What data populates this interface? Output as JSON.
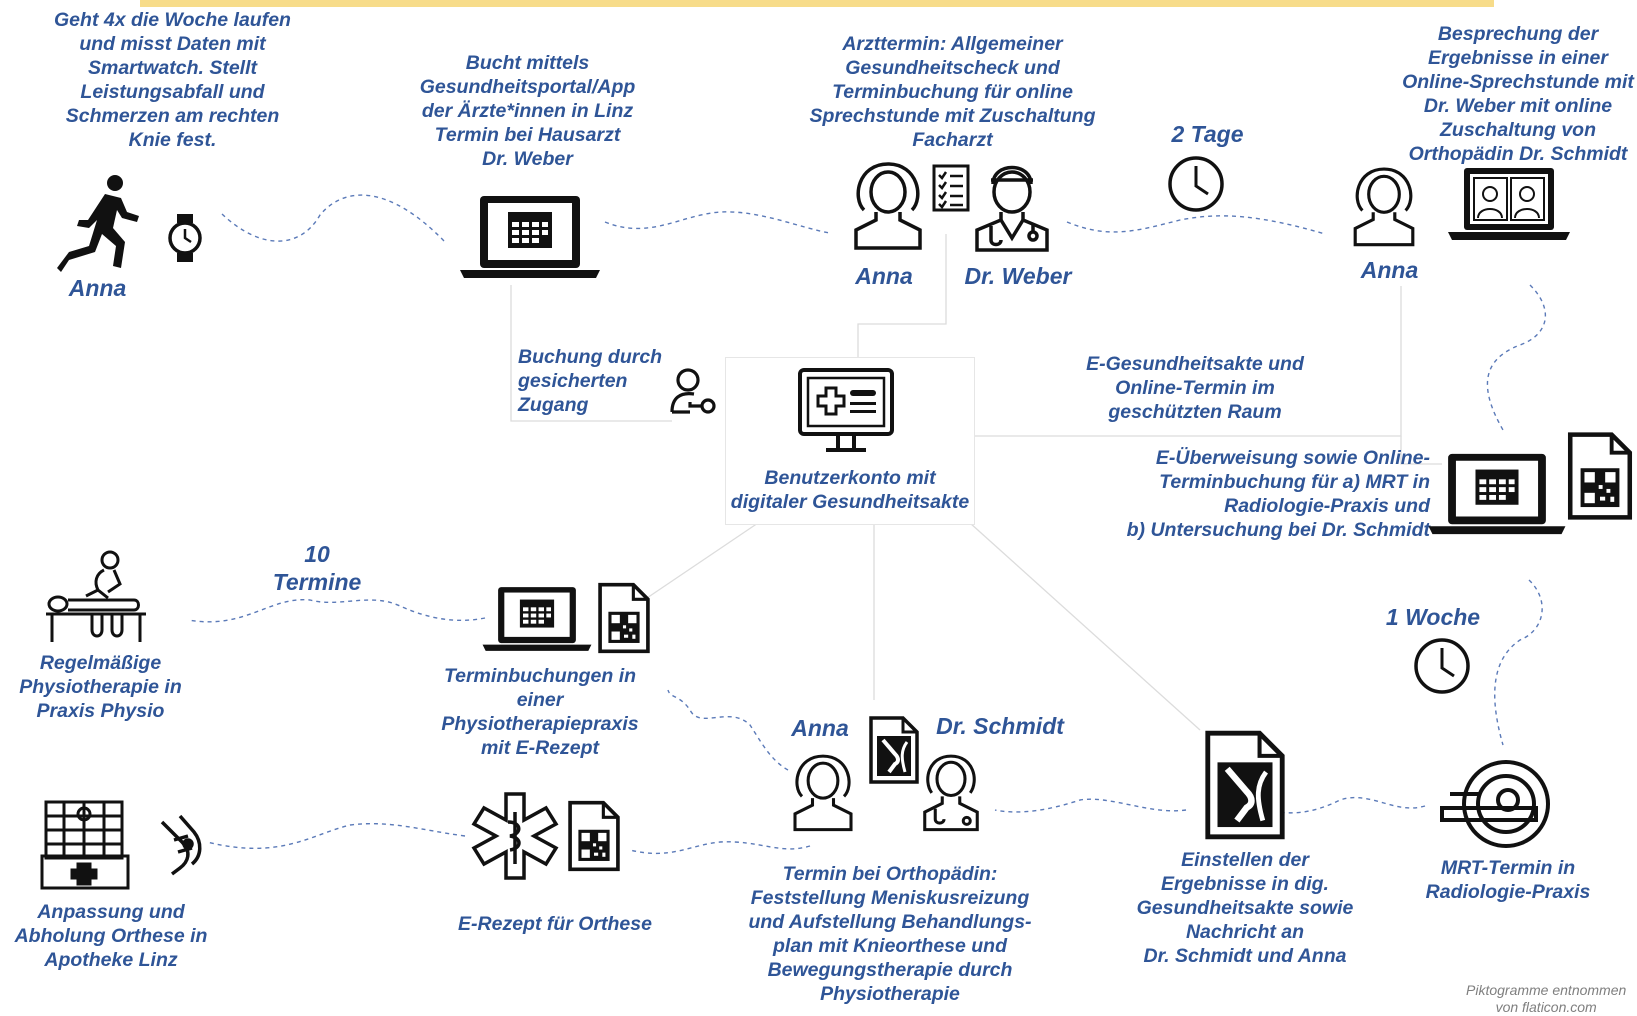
{
  "steps": {
    "runner_text": [
      "Geht 4x die Woche laufen",
      "und misst Daten mit",
      "Smartwatch. Stellt",
      "Leistungsabfall und",
      "Schmerzen am rechten",
      "Knie fest."
    ],
    "runner_name": "Anna",
    "booking_text": [
      "Bucht mittels",
      "Gesundheitsportal/App",
      "der Ärzte*innen in Linz",
      "Termin bei Hausarzt",
      "Dr. Weber"
    ],
    "doctor_text": [
      "Arzttermin: Allgemeiner",
      "Gesundheitscheck und",
      "Terminbuchung für online",
      "Sprechstunde mit Zuschaltung",
      "Facharzt"
    ],
    "doctor_patient_name": "Anna",
    "doctor_name": "Dr. Weber",
    "wait_1": "2 Tage",
    "online_text": [
      "Besprechung der",
      "Ergebnisse in einer",
      "Online-Sprechstunde mit",
      "Dr. Weber mit online",
      "Zuschaltung von",
      "Orthopädin Dr. Schmidt"
    ],
    "online_name": "Anna",
    "secure_text": [
      "Buchung durch",
      "gesicherten",
      "Zugang"
    ],
    "hub_text": [
      "Benutzerkonto mit",
      "digitaler Gesundheitsakte"
    ],
    "ehealth_text": [
      "E-Gesundheitsakte und",
      "Online-Termin im",
      "geschützten Raum"
    ],
    "referral_text": [
      "E-Überweisung sowie Online-",
      "Terminbuchung für a) MRT in",
      "Radiologie-Praxis und",
      "b) Untersuchung bei Dr. Schmidt"
    ],
    "wait_2": "1 Woche",
    "physio_count": [
      "10",
      "Termine"
    ],
    "physio_text": [
      "Regelmäßige",
      "Physiotherapie in",
      "Praxis Physio"
    ],
    "physio_booking_text": [
      "Terminbuchungen in",
      "einer",
      "Physiotherapiepraxis",
      "mit E-Rezept"
    ],
    "ortho_patient_name": "Anna",
    "ortho_name": "Dr. Schmidt",
    "ortho_text": [
      "Termin bei Orthopädin:",
      "Feststellung Meniskusreizung",
      "und Aufstellung Behandlungs-",
      "plan mit Knieorthese und",
      "Bewegungstherapie durch",
      "Physiotherapie"
    ],
    "results_text": [
      "Einstellen der",
      "Ergebnisse in dig.",
      "Gesundheitsakte sowie",
      "Nachricht an",
      "Dr. Schmidt und Anna"
    ],
    "mri_text": [
      "MRT-Termin in",
      "Radiologie-Praxis"
    ],
    "pharmacy_text": [
      "Anpassung und",
      "Abholung Orthese in",
      "Apotheke Linz"
    ],
    "prescription_text": "E-Rezept für Orthese",
    "credit": [
      "Piktogramme entnommen",
      "von flaticon.com"
    ]
  },
  "colors": {
    "text": "#2f5597",
    "accent_bar": "#f7dc8a",
    "line": "#d9d9d9",
    "dashed": "#5b7ab8"
  },
  "icons": [
    "runner-icon",
    "smartwatch-icon",
    "laptop-calendar-icon",
    "woman-avatar-icon",
    "checklist-icon",
    "doctor-icon",
    "clock-icon",
    "video-call-laptop-icon",
    "user-key-icon",
    "health-monitor-icon",
    "qr-document-icon",
    "massage-therapy-icon",
    "knee-xray-document-icon",
    "female-doctor-icon",
    "mri-scanner-icon",
    "pharmacy-icon",
    "knee-brace-icon",
    "medical-star-icon"
  ]
}
